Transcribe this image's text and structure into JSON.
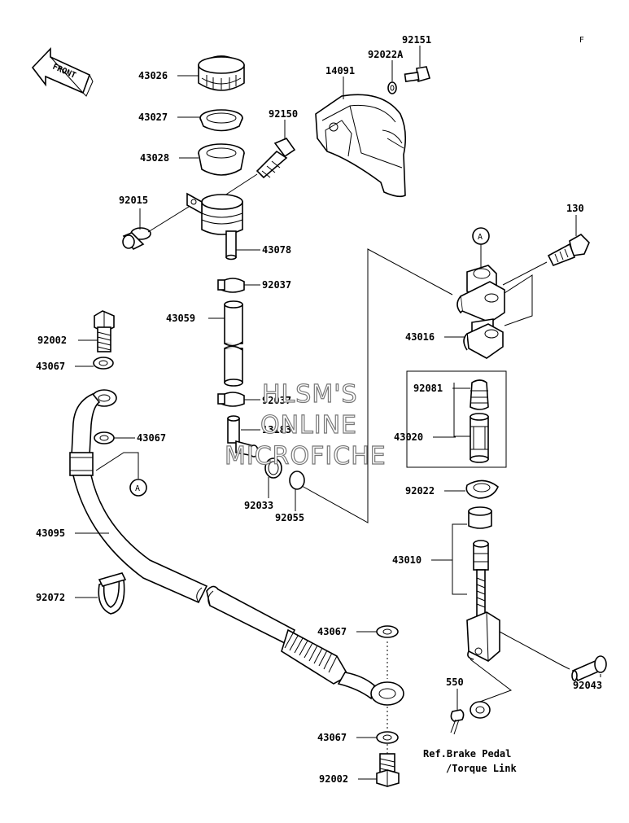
{
  "page": {
    "corner_letter": "F",
    "front_arrow_text": "FRONT",
    "ref_line1": "Ref.Brake Pedal",
    "ref_line2": "/Torque Link",
    "callout_a": "A"
  },
  "parts": {
    "p43026": "43026",
    "p43027": "43027",
    "p43028": "43028",
    "p92015": "92015",
    "p92150": "92150",
    "p14091": "14091",
    "p92022A": "92022A",
    "p92151": "92151",
    "p43078": "43078",
    "p92037a": "92037",
    "p43059": "43059",
    "p92037b": "92037",
    "p13183": "13183",
    "p92033": "92033",
    "p92055": "92055",
    "p92002a": "92002",
    "p43067a": "43067",
    "p43067b": "43067",
    "p43095": "43095",
    "p92072": "92072",
    "p43067c": "43067",
    "p43067d": "43067",
    "p92002b": "92002",
    "p130": "130",
    "p43016": "43016",
    "p92081": "92081",
    "p43020": "43020",
    "p92022": "92022",
    "p43010": "43010",
    "p92043": "92043",
    "p550": "550"
  },
  "watermark": {
    "line1": "HLSM'S",
    "line2": "ONLINE",
    "line3": "MICROFICHE"
  }
}
